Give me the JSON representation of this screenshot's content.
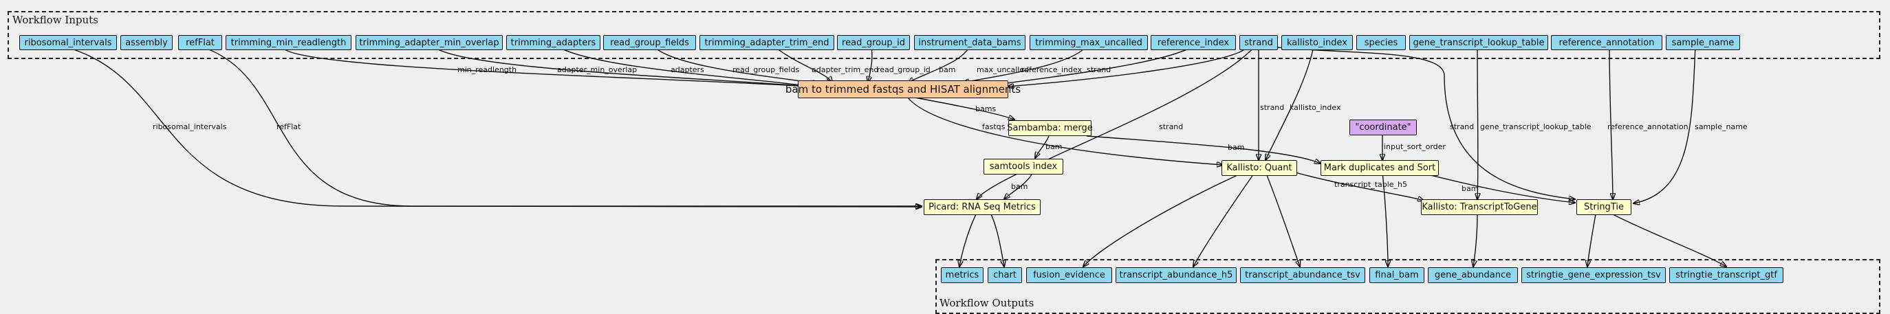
{
  "inputs_cluster_label": "Workflow Inputs",
  "outputs_cluster_label": "Workflow Outputs",
  "inputs": {
    "ribosomal_intervals": "ribosomal_intervals",
    "assembly": "assembly",
    "refFlat": "refFlat",
    "trimming_min_readlength": "trimming_min_readlength",
    "trimming_adapter_min_overlap": "trimming_adapter_min_overlap",
    "trimming_adapters": "trimming_adapters",
    "read_group_fields": "read_group_fields",
    "trimming_adapter_trim_end": "trimming_adapter_trim_end",
    "read_group_id": "read_group_id",
    "instrument_data_bams": "instrument_data_bams",
    "trimming_max_uncalled": "trimming_max_uncalled",
    "reference_index": "reference_index",
    "strand": "strand",
    "kallisto_index": "kallisto_index",
    "species": "species",
    "gene_transcript_lookup_table": "gene_transcript_lookup_table",
    "reference_annotation": "reference_annotation",
    "sample_name": "sample_name"
  },
  "steps": {
    "bam_to_fastq": "bam to trimmed fastqs and HISAT alignments",
    "sambamba_merge": "Sambamba: merge",
    "coordinate": "\"coordinate\"",
    "samtools_index": "samtools index",
    "kallisto_quant": "Kallisto: Quant",
    "mark_duplicates": "Mark duplicates and Sort",
    "picard_metrics": "Picard: RNA Seq Metrics",
    "kallisto_t2g": "Kallisto: TranscriptToGene",
    "stringtie": "StringTie"
  },
  "outputs": {
    "metrics": "metrics",
    "chart": "chart",
    "fusion_evidence": "fusion_evidence",
    "transcript_abundance_h5": "transcript_abundance_h5",
    "transcript_abundance_tsv": "transcript_abundance_tsv",
    "final_bam": "final_bam",
    "gene_abundance": "gene_abundance",
    "stringtie_gene_expression_tsv": "stringtie_gene_expression_tsv",
    "stringtie_transcript_gtf": "stringtie_transcript_gtf"
  },
  "edge_labels": {
    "min_readlength": "min_readlength",
    "adapter_min_overlap": "adapter_min_overlap",
    "adapters": "adapters",
    "read_group_fields": "read_group_fields",
    "adapter_trim_end": "adapter_trim_end",
    "read_group_id": "read_group_id",
    "bam": "bam",
    "max_uncalled": "max_uncalled",
    "reference_index": "reference_index",
    "strand": "strand",
    "bams": "bams",
    "fastqs": "fastqs",
    "kallisto_index": "kallisto_index",
    "input_sort_order": "input_sort_order",
    "gene_transcript_lookup_table": "gene_transcript_lookup_table",
    "reference_annotation": "reference_annotation",
    "sample_name": "sample_name",
    "ribosomal_intervals": "ribosomal_intervals",
    "refFlat": "refFlat",
    "transcript_table_h5": "transcript_table_h5"
  }
}
